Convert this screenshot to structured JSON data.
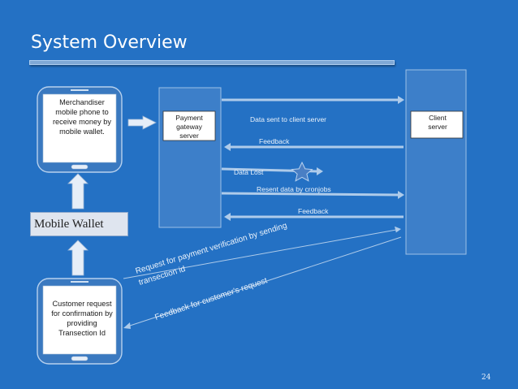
{
  "title": "System Overview",
  "page_number": "24",
  "nodes": {
    "merchandiser_phone": [
      "Merchandiser",
      "mobile phone to",
      "receive money by",
      "mobile wallet."
    ],
    "customer_phone": [
      "Customer request",
      "for confirmation by",
      "providing",
      "Transection Id"
    ],
    "mobile_wallet": "Mobile Wallet",
    "payment_gateway": [
      "Payment",
      "gateway",
      "server"
    ],
    "client_server": [
      "Client",
      "server"
    ]
  },
  "edges": {
    "data_sent": "Data sent to client server",
    "feedback_1": "Feedback",
    "data_lost": "Data Lost",
    "resent": "Resent data by cronjobs",
    "feedback_2": "Feedback",
    "request_line1": "Request for payment verification by sending",
    "request_line2": "transection id",
    "feedback_customer": "Feedback for customer's request"
  },
  "colors": {
    "background": "#2471c4",
    "shape_fill": "#3d7fc9",
    "shape_stroke": "#9cc0e6",
    "arrow": "#aecbea",
    "label_box": "#ffffff"
  }
}
